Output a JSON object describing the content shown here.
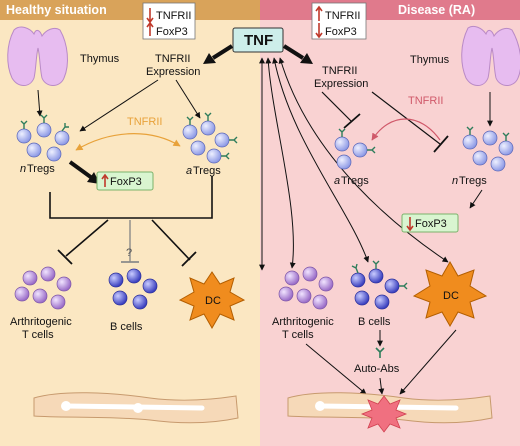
{
  "colors": {
    "healthy_bg": "#fbe7c2",
    "disease_bg": "#f9d2d2",
    "healthy_header": "#d9a35a",
    "disease_header": "#e07a8c",
    "treg_cell": "#b9c3f2",
    "b_cell": "#5b5fd6",
    "dc": "#f08c1e",
    "arthritogenic_cell": "#b28ad6",
    "thymus": "#e7bcf0",
    "tnf_box": "#cdeeea",
    "foxp3_box": "#d9f5d0",
    "up_arrow": "#c0392b",
    "down_arrow": "#c0392b"
  },
  "left": {
    "header": "Healthy situation",
    "thymus": "Thymus",
    "expr_line1": "TNFRII",
    "expr_line2": "Expression",
    "tnfrii": "TNFRII",
    "ntregs_prefix": "n",
    "ntregs_suffix": "Tregs",
    "atregs_prefix": "a",
    "atregs_suffix": "Tregs",
    "foxp3": "FoxP3",
    "question": "?",
    "arth_line1": "Arthritogenic",
    "arth_line2": "T cells",
    "bcells": "B cells",
    "dc": "DC"
  },
  "right": {
    "header": "Disease (RA)",
    "thymus": "Thymus",
    "expr_line1": "TNFRII",
    "expr_line2": "Expression",
    "tnfrii": "TNFRII",
    "ntregs_prefix": "n",
    "ntregs_suffix": "Tregs",
    "atregs_prefix": "a",
    "atregs_suffix": "Tregs",
    "foxp3": "FoxP3",
    "arth_line1": "Arthritogenic",
    "arth_line2": "T cells",
    "bcells": "B cells",
    "autoabs": "Auto-Abs",
    "dc": "DC"
  },
  "legend_left": {
    "line1": "TNFRII",
    "line2": "FoxP3",
    "dir1": "down",
    "dir2": "up"
  },
  "legend_right": {
    "line1": "TNFRII",
    "line2": "FoxP3",
    "dir1": "up",
    "dir2": "down"
  },
  "center": {
    "tnf": "TNF"
  }
}
